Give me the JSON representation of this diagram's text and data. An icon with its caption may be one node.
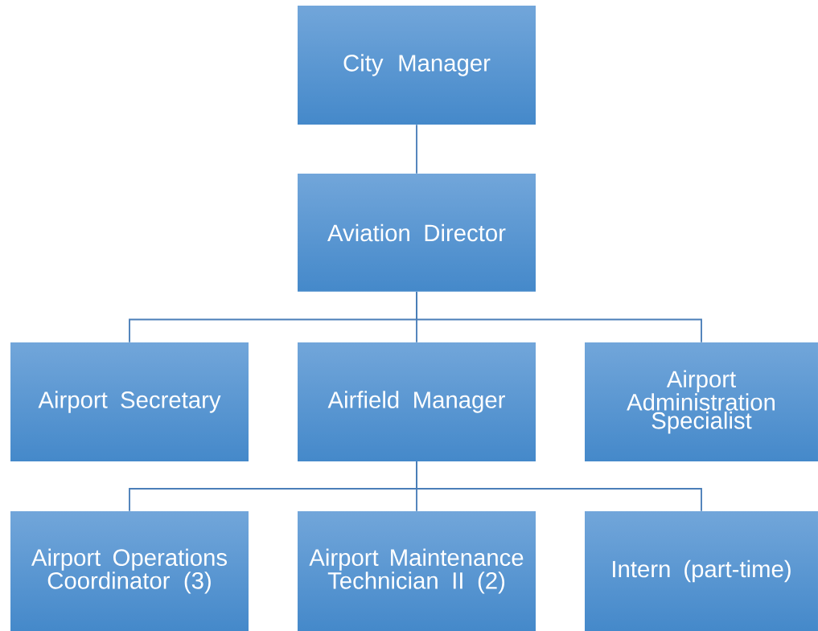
{
  "diagram": {
    "nodes": [
      {
        "text": [
          "City Manager"
        ]
      },
      {
        "text": [
          "Aviation Director"
        ]
      },
      {
        "text": [
          "Airport Secretary"
        ]
      },
      {
        "text": [
          "Airfield Manager"
        ]
      },
      {
        "text": [
          "Airport Administration Specialist"
        ]
      },
      {
        "text": [
          "Airport Operations Coordinator (3)"
        ]
      },
      {
        "text": [
          "Airport Maintenance Technician II (2)"
        ]
      },
      {
        "text": [
          "Intern (part-time)"
        ]
      }
    ],
    "edges": [
      {
        "from": 0,
        "to": 1,
        "arrow": "none"
      },
      {
        "from": 1,
        "to": 2,
        "arrow": "none"
      },
      {
        "from": 1,
        "to": 3,
        "arrow": "none"
      },
      {
        "from": 1,
        "to": 4,
        "arrow": "none"
      },
      {
        "from": 3,
        "to": 5,
        "arrow": "none"
      },
      {
        "from": 3,
        "to": 6,
        "arrow": "none"
      },
      {
        "from": 3,
        "to": 7,
        "arrow": "none"
      }
    ]
  }
}
